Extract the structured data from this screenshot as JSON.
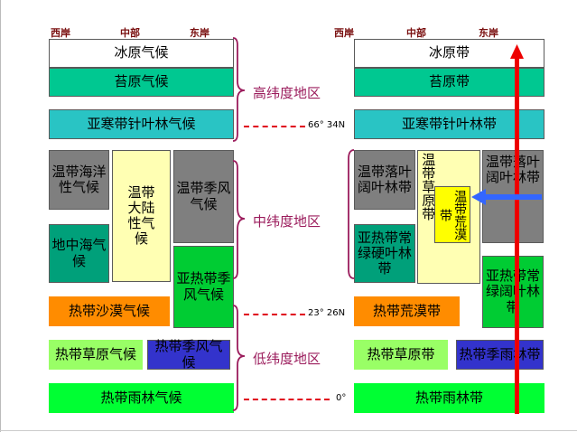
{
  "headers": {
    "left": {
      "west": "西岸",
      "center": "中部",
      "east": "东岸"
    },
    "right": {
      "west": "西岸",
      "center": "中部",
      "east": "东岸"
    }
  },
  "zones": {
    "high": "高纬度地区",
    "mid": "中纬度地区",
    "low": "低纬度地区"
  },
  "latitudes": {
    "l66": "66° 34N",
    "l23": "23° 26N",
    "l0": "0°"
  },
  "climates": {
    "ice_cap": "冰原气候",
    "tundra": "苔原气候",
    "subarctic": "亚寒带针叶林气候",
    "temperate_maritime": "温带海洋性气候",
    "temperate_continental": "温带大陆性气候",
    "temperate_monsoon": "温带季风气候",
    "mediterranean": "地中海气候",
    "subtropical_monsoon": "亚热带季风气候",
    "tropical_desert": "热带沙漠气候",
    "tropical_savanna": "热带草原气候",
    "tropical_monsoon": "热带季风气候",
    "tropical_rainforest": "热带雨林气候"
  },
  "zones_nature": {
    "ice_desert": "冰原带",
    "tundra_belt": "苔原带",
    "taiga": "亚寒带针叶林带",
    "temp_deciduous": "温带落叶阔叶林带",
    "temp_grassland": "温带草原带",
    "temp_desert": "温带荒漠带",
    "temp_deciduous_east": "温带落叶阔叶林带",
    "subtrop_evergreen_hard": "亚热带常绿硬叶林带",
    "subtrop_evergreen_broad": "亚热带常绿阔叶林带",
    "trop_desert": "热带荒漠带",
    "trop_grassland": "热带草原带",
    "trop_monsoon_forest": "热带季雨林带",
    "trop_rainforest": "热带雨林带"
  },
  "colors": {
    "ice": "#ffffff",
    "tundra": "#00c891",
    "taiga": "#29c4c4",
    "gray": "#7f7f7f",
    "cream": "#ffffb3",
    "teal": "#00a07a",
    "bright_green": "#00cc33",
    "orange": "#ff8c00",
    "light_green": "#99ff66",
    "blue": "#3333cc",
    "rain_green": "#00ff33",
    "yellow": "#ffff00",
    "bracket": "#9b1c5c",
    "red_arrow": "#ee0000",
    "blue_arrow": "#3366ff"
  }
}
